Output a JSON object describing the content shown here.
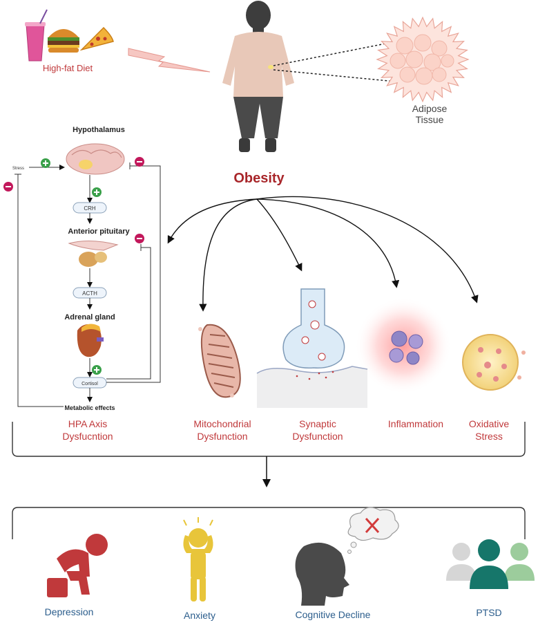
{
  "diet": {
    "label": "High-fat Diet"
  },
  "adipose": {
    "label_line1": "Adipose",
    "label_line2": "Tissue"
  },
  "obesity": {
    "label": "Obesity"
  },
  "hpa": {
    "hypothalamus": "Hypothalamus",
    "stress": "Stress",
    "crh": "CRH",
    "anterior_pituitary": "Anterior pituitary",
    "acth": "ACTH",
    "adrenal_gland": "Adrenal gland",
    "cortisol": "Cortisol",
    "metabolic_effects": "Metabolic effects"
  },
  "mechanisms": [
    {
      "line1": "HPA Axis",
      "line2": "Dysfucntion"
    },
    {
      "line1": "Mitochondrial",
      "line2": "Dysfunction"
    },
    {
      "line1": "Synaptic",
      "line2": "Dysfunction"
    },
    {
      "line1": "Inflammation",
      "line2": ""
    },
    {
      "line1": "Oxidative",
      "line2": "Stress"
    }
  ],
  "outcomes": [
    "Depression",
    "Anxiety",
    "Cognitive Decline",
    "PTSD"
  ],
  "colors": {
    "mechanism_text": "#c0393b",
    "outcome_text": "#2b5d8c",
    "depression_icon": "#c0393b",
    "anxiety_icon": "#e8c53a",
    "ptsd_icon": "#16766a",
    "plus_badge": "#3aa04a",
    "minus_badge": "#c2185b"
  },
  "icons": [
    "milkshake-icon",
    "burger-icon",
    "pizza-icon",
    "person-icon",
    "adipose-cell-icon",
    "brain-icon",
    "pituitary-icon",
    "adrenal-gland-icon",
    "mitochondrion-icon",
    "synapse-icon",
    "inflammation-cells-icon",
    "oxidative-cell-icon",
    "depression-icon",
    "anxiety-icon",
    "cognitive-decline-icon",
    "ptsd-group-icon"
  ]
}
